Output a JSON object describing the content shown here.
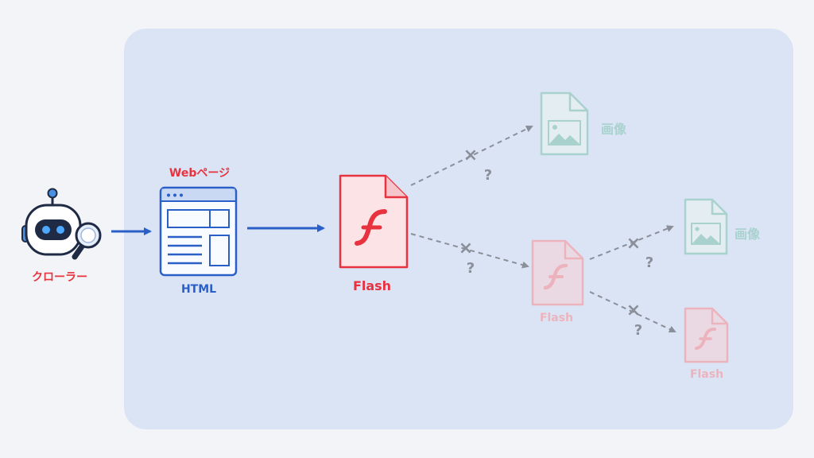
{
  "crawler": {
    "label": "クローラー"
  },
  "webpage": {
    "title": "Webページ",
    "caption": "HTML"
  },
  "flash_main": {
    "label": "Flash"
  },
  "unreachable": {
    "image_top": "画像",
    "image_right": "画像",
    "flash_mid": "Flash",
    "flash_bottom": "Flash",
    "question_mark": "?",
    "blocked_mark": "×"
  },
  "colors": {
    "accent_red": "#e8323f",
    "accent_blue": "#2a5fc8",
    "faded_red": "#ecb3bd",
    "faded_teal": "#a9d2cf",
    "blocked_gray": "#8a8f99",
    "panel": "#dbe4f5"
  }
}
